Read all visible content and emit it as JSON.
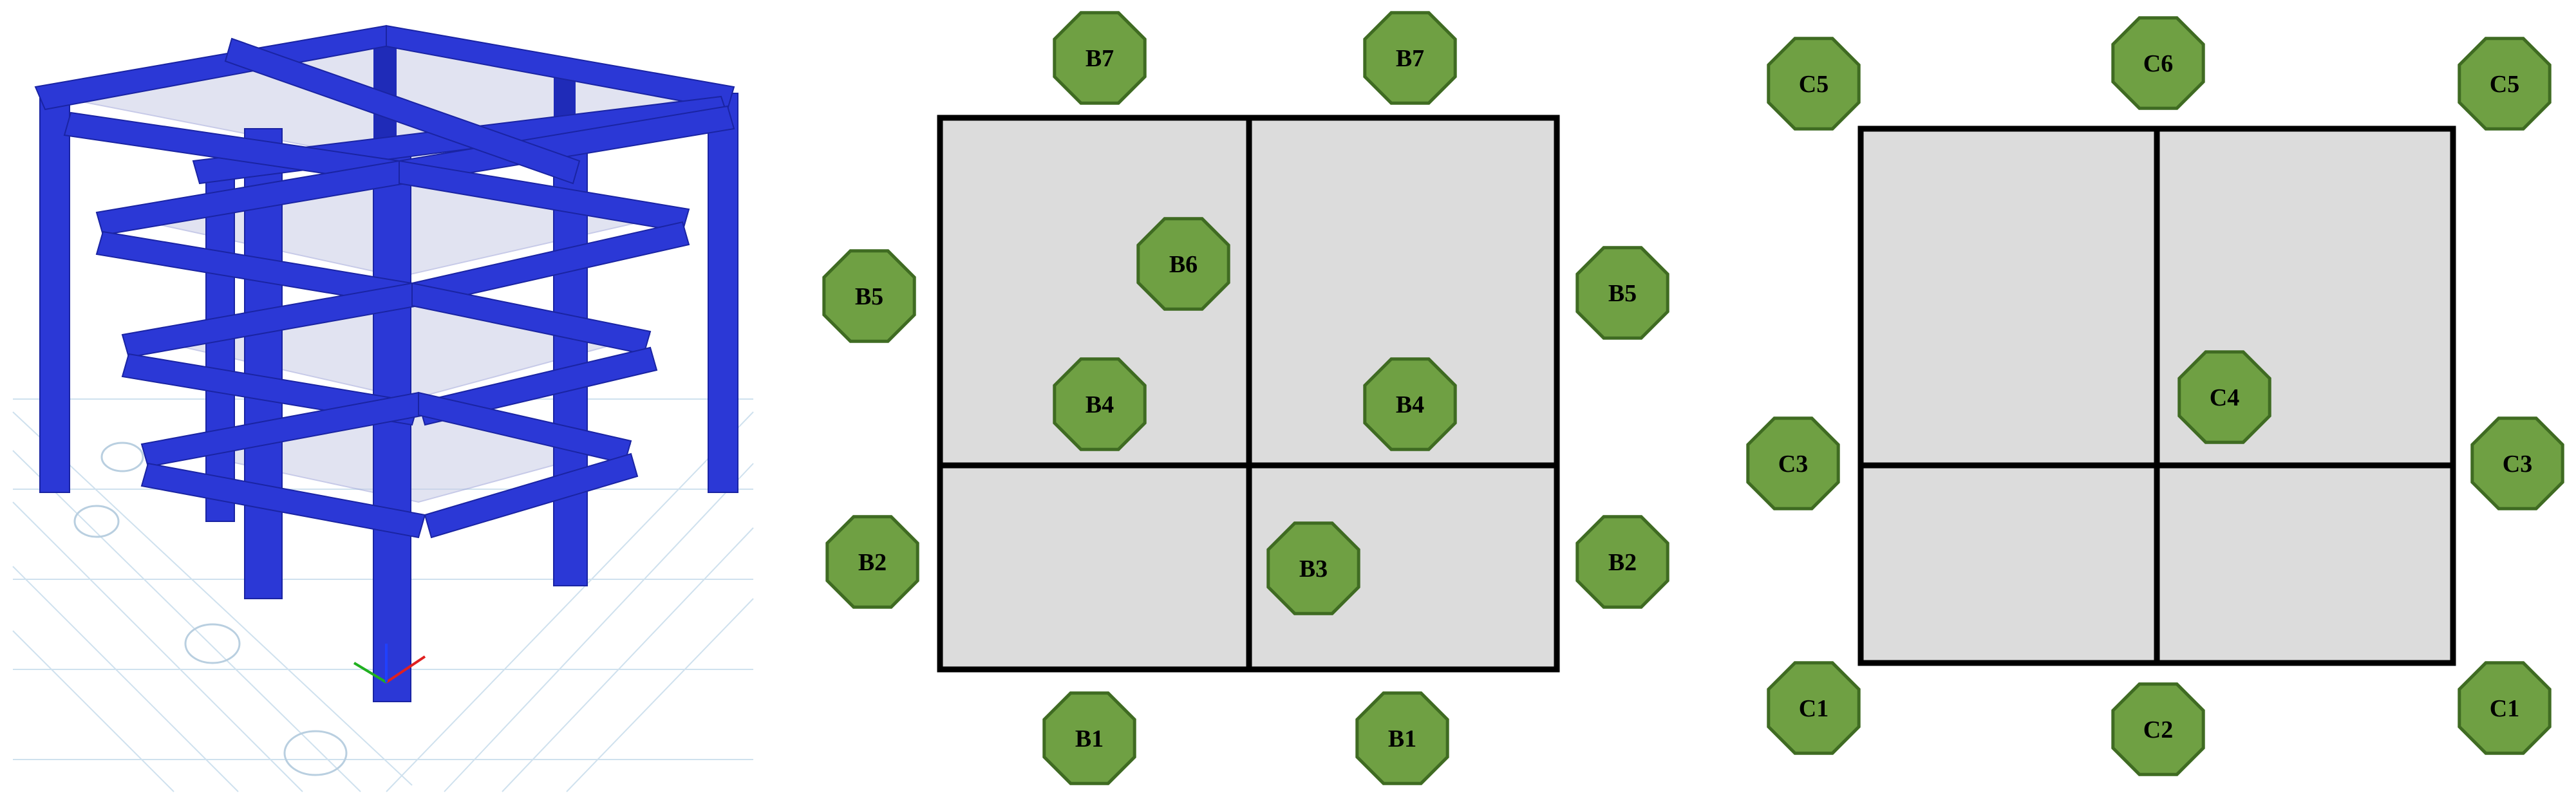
{
  "colors": {
    "label_fill": "#6fa043",
    "label_stroke": "#3f6b22",
    "panel_fill": "#dcdcdc",
    "frame_blue": "#2b38d6",
    "background": "#ffffff"
  },
  "frame3d": {
    "icon": "3d-structural-frame-render"
  },
  "panel_b": {
    "labels": [
      "B7",
      "B7",
      "B5",
      "B6",
      "B5",
      "B4",
      "B4",
      "B2",
      "B3",
      "B2",
      "B1",
      "B1"
    ]
  },
  "panel_c": {
    "labels": [
      "C5",
      "C6",
      "C5",
      "C4",
      "C3",
      "C3",
      "C1",
      "C2",
      "C1"
    ]
  }
}
